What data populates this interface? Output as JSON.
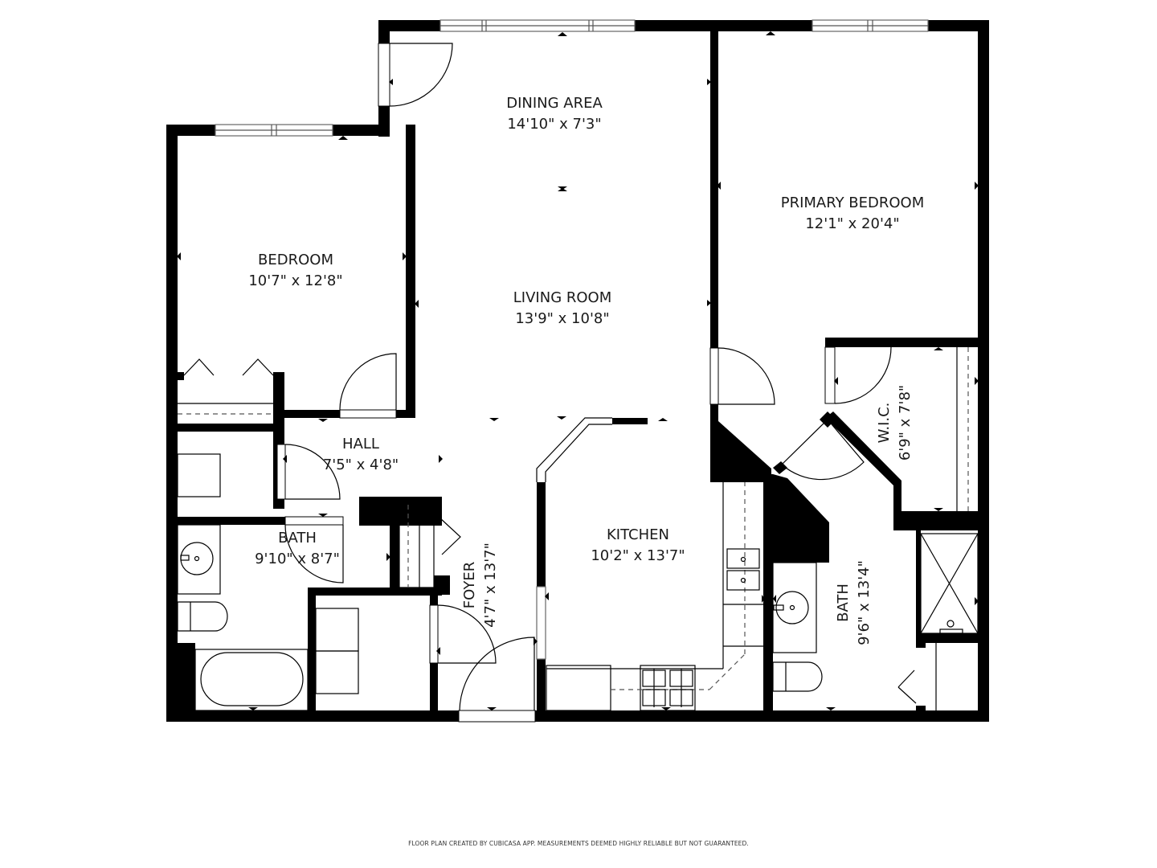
{
  "plan": {
    "rooms": [
      {
        "id": "dining-area",
        "name": "DINING AREA",
        "dims": "14'10\" x 7'3\""
      },
      {
        "id": "living-room",
        "name": "LIVING ROOM",
        "dims": "13'9\" x 10'8\""
      },
      {
        "id": "primary-bedroom",
        "name": "PRIMARY BEDROOM",
        "dims": "12'1\" x 20'4\""
      },
      {
        "id": "bedroom",
        "name": "BEDROOM",
        "dims": "10'7\" x 12'8\""
      },
      {
        "id": "hall",
        "name": "HALL",
        "dims": "7'5\" x 4'8\""
      },
      {
        "id": "bath",
        "name": "BATH",
        "dims": "9'10\" x 8'7\""
      },
      {
        "id": "foyer",
        "name": "FOYER",
        "dims": "4'7\" x 13'7\""
      },
      {
        "id": "kitchen",
        "name": "KITCHEN",
        "dims": "10'2\" x 13'7\""
      },
      {
        "id": "wic",
        "name": "W.I.C.",
        "dims": "6'9\" x 7'8\""
      },
      {
        "id": "primary-bath",
        "name": "BATH",
        "dims": "9'6\" x 13'4\""
      }
    ]
  },
  "footer": {
    "disclaimer": "FLOOR PLAN CREATED BY CUBICASA APP. MEASUREMENTS DEEMED HIGHLY RELIABLE BUT NOT GUARANTEED."
  }
}
